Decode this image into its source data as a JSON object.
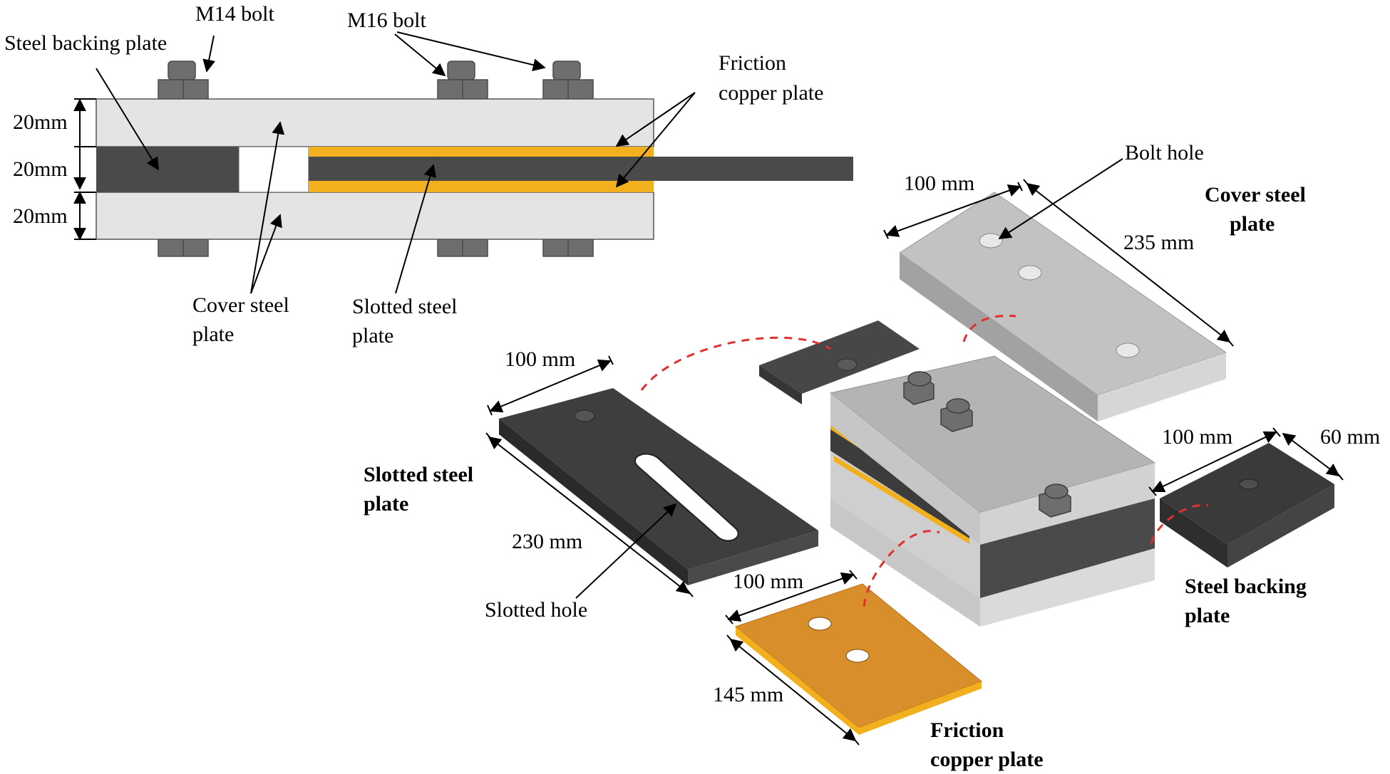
{
  "section_view": {
    "labels": {
      "m14_bolt": "M14 bolt",
      "m16_bolt": "M16 bolt",
      "steel_backing_plate": "Steel backing plate",
      "friction_copper_plate_l1": "Friction",
      "friction_copper_plate_l2": "copper plate",
      "cover_steel_plate_l1": "Cover steel",
      "cover_steel_plate_l2": "plate",
      "slotted_steel_plate_l1": "Slotted steel",
      "slotted_steel_plate_l2": "plate"
    },
    "dimensions": {
      "top_cover": "20mm",
      "middle": "20mm",
      "bottom_cover": "20mm"
    }
  },
  "exploded_view": {
    "bolt_hole": "Bolt hole",
    "cover_steel_plate": {
      "title_l1": "Cover steel",
      "title_l2": "plate",
      "width": "100 mm",
      "length": "235 mm"
    },
    "slotted_steel_plate": {
      "title_l1": "Slotted steel",
      "title_l2": "plate",
      "width": "100 mm",
      "length": "230 mm",
      "hole": "Slotted hole"
    },
    "steel_backing_plate": {
      "title_l1": "Steel backing",
      "title_l2": "plate",
      "width": "100 mm",
      "length": "60 mm"
    },
    "friction_copper_plate": {
      "title_l1": "Friction",
      "title_l2": "copper plate",
      "width": "100 mm",
      "length": "145 mm"
    }
  },
  "colors": {
    "light_steel": "#e4e4e4",
    "dark_steel": "#4a4a4a",
    "copper": "#f2b01e",
    "copper_3d": "#d88e2a",
    "bolt": "#6e6e6e",
    "dashed_link": "#e03030"
  }
}
